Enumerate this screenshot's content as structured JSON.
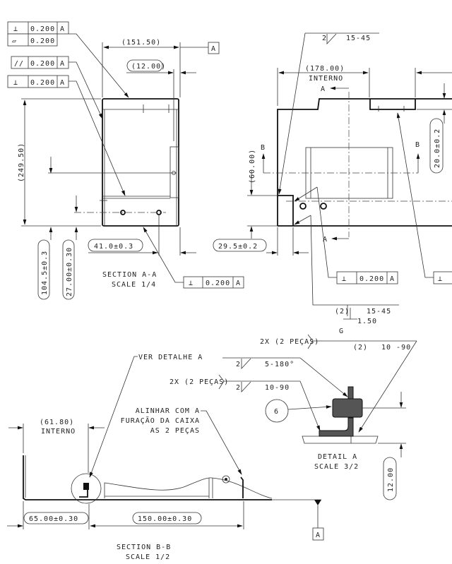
{
  "colors": {
    "ink": "#222222",
    "paper": "#ffffff"
  },
  "section_aa": {
    "fcf_top": {
      "symbol": "⊥",
      "value": "0.200",
      "datum": "A",
      "symbol2": "▱",
      "value2": "0.200"
    },
    "fcf_parallel": {
      "symbol": "//",
      "value": "0.200",
      "datum": "A"
    },
    "fcf_perp": {
      "symbol": "⊥",
      "value": "0.200",
      "datum": "A"
    },
    "fcf_bottom": {
      "symbol": "⊥",
      "value": "0.200",
      "datum": "A"
    },
    "dim_width": "(151.50)",
    "datum_a": "A",
    "dim_12": "(12.00)",
    "dim_height": "(249.50)",
    "dim_104": "104.5±0.3",
    "dim_27": "27.00±0.30",
    "dim_41": "41.0±0.3",
    "title": "SECTION  A-A",
    "scale": "SCALE  1/4"
  },
  "front_view": {
    "weld_top": {
      "count": "2",
      "spec": "15-45"
    },
    "dim_178": "(178.00)",
    "interno": "INTERNO",
    "section_a_top": "A",
    "section_a_bottom": "A",
    "section_b_left": "B",
    "section_b_right": "B",
    "dim_60": "(60.00)",
    "dim_29": "29.5±0.2",
    "dim_20": "20.0±0.2",
    "fcf_mid": {
      "symbol": "⊥",
      "value": "0.200",
      "datum": "A"
    },
    "fcf_right": {
      "symbol": "⊥"
    },
    "weld_bottom": {
      "count": "(2)",
      "spec": "15-45",
      "size": "1.50",
      "grind": "G"
    }
  },
  "section_bb": {
    "ver_detalhe": "VER DETALHE A",
    "alinhar": [
      "ALINHAR COM A",
      "FURAÇÃO DA CAIXA",
      "AS 2 PEÇAS"
    ],
    "dim_61": "(61.80)",
    "interno": "INTERNO",
    "dim_65": "65.00±0.30",
    "dim_150": "150.00±0.30",
    "datum_a": "A",
    "title": "SECTION  B-B",
    "scale": "SCALE  1/2"
  },
  "detail_a": {
    "weld1": {
      "qty": "2X (2 PEÇAS)",
      "count": "(2)",
      "spec": "10 -90"
    },
    "weld2": {
      "count": "2",
      "spec": "5-180°"
    },
    "weld3": {
      "qty": "2X (2 PEÇAS)",
      "count": "2",
      "spec": "10-90"
    },
    "balloon": "6",
    "dim_12": "12.00",
    "title": "DETAIL  A",
    "scale": "SCALE  3/2"
  }
}
